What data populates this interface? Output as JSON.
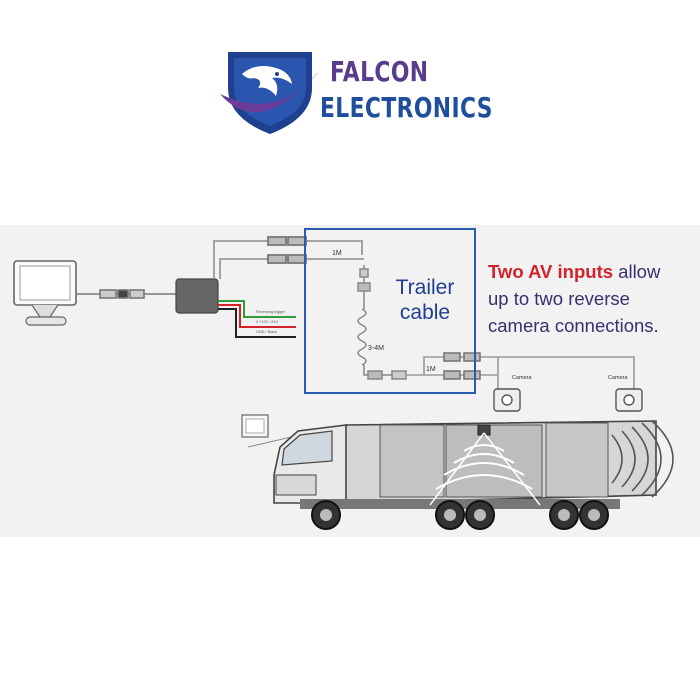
{
  "logo": {
    "line1": "FALCON",
    "line2": "ELECTRONICS",
    "colors": {
      "line1": "#5a3b8c",
      "line2": "#1f4f9c",
      "shield": "#1f3f8f",
      "accent": "#6a3d9a"
    }
  },
  "diagram": {
    "box_label_line1": "Trailer",
    "box_label_line2": "cable",
    "length_labels": [
      "1M",
      "3-4M",
      "1M"
    ],
    "wire_labels": [
      "Reversing trigger",
      "3 +12V / 24V",
      "GND / Black"
    ],
    "camera_labels": [
      "Camera",
      "Camera"
    ],
    "callout": {
      "highlight": "Two AV inputs",
      "rest_line1": " allow",
      "line2": "up to two reverse",
      "line3": "camera connections."
    },
    "colors": {
      "box": "#2b5bb0",
      "highlight": "#d4212a",
      "text": "#3a2f6e"
    }
  }
}
